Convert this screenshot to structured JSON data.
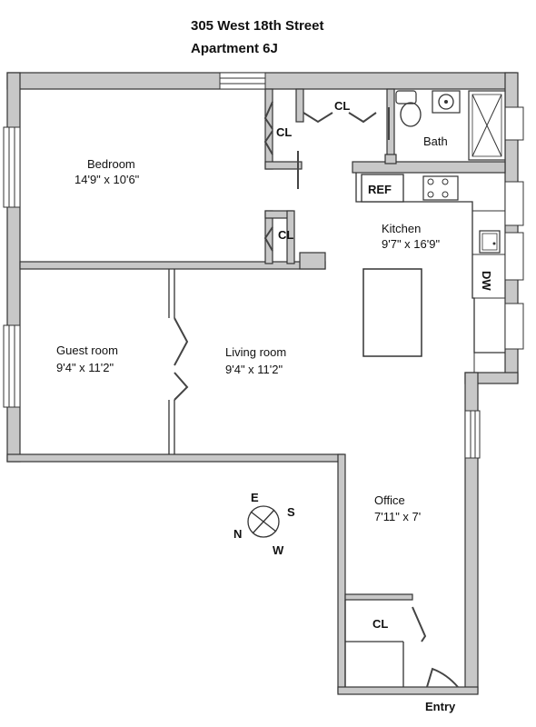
{
  "title": {
    "line1": "305 West 18th Street",
    "line2": "Apartment 6J"
  },
  "rooms": {
    "bedroom": {
      "name": "Bedroom",
      "size": "14'9\" x 10'6\""
    },
    "guest": {
      "name": "Guest room",
      "size": "9'4\" x 11'2\""
    },
    "living": {
      "name": "Living room",
      "size": "9'4\" x 11'2\""
    },
    "kitchen": {
      "name": "Kitchen",
      "size": "9'7\" x 16'9\""
    },
    "office": {
      "name": "Office",
      "size": "7'11\" x 7'"
    },
    "bath": {
      "name": "Bath"
    }
  },
  "closets": {
    "label": "CL"
  },
  "appliances": {
    "ref": "REF",
    "dw": "DW"
  },
  "entry": "Entry",
  "compass": {
    "n": "N",
    "e": "E",
    "s": "S",
    "w": "W"
  }
}
